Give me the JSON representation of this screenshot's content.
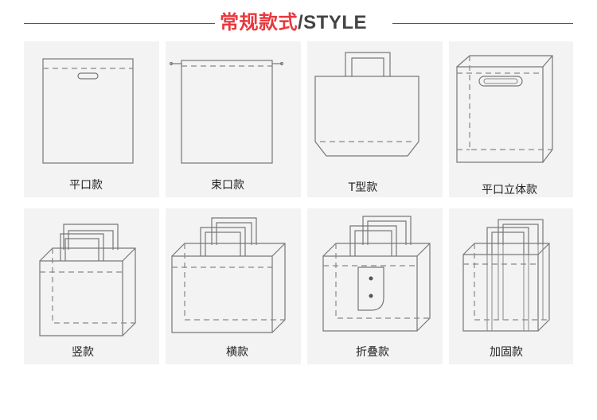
{
  "header": {
    "title_cn": "常规款式",
    "title_sep": "/",
    "title_en": "STYLE"
  },
  "styles": [
    {
      "label": "平口款"
    },
    {
      "label": "束口款"
    },
    {
      "label": "T型款"
    },
    {
      "label": "平口立体款"
    },
    {
      "label": "竖款"
    },
    {
      "label": "横款"
    },
    {
      "label": "折叠款"
    },
    {
      "label": "加固款"
    }
  ],
  "colors": {
    "accent": "#e8383d",
    "text": "#444444",
    "card_bg": "#f3f3f3",
    "line": "#777777"
  }
}
